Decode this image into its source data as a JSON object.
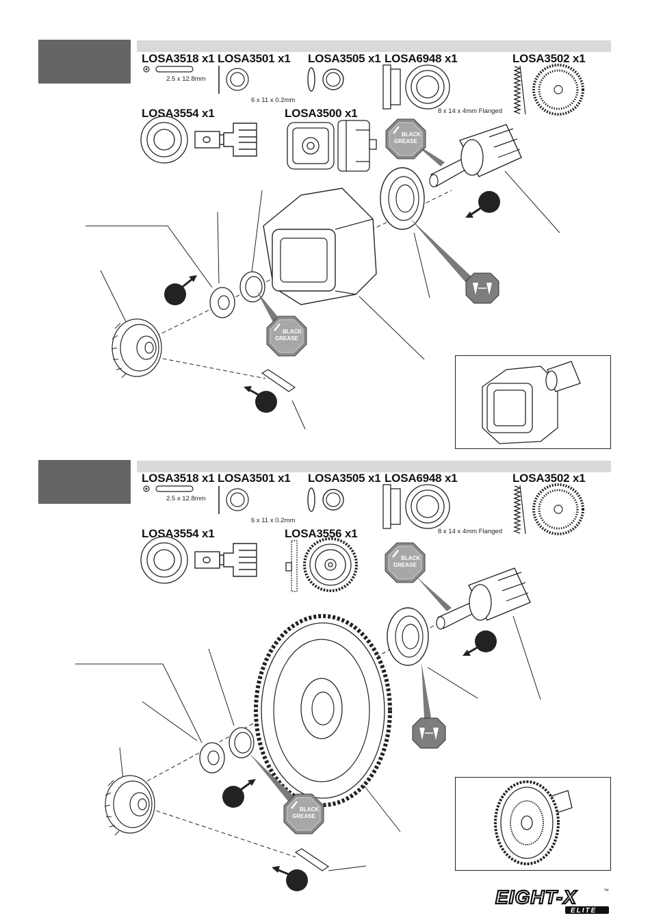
{
  "step1": {
    "parts": {
      "p1": "LOSA3518 x1",
      "p2": "LOSA3501 x1",
      "p3": "LOSA3505 x1",
      "p4": "LOSA6948 x1",
      "p5": "LOSA3502 x1",
      "p6": "LOSA3554 x1",
      "p7": "LOSA3500 x1"
    },
    "dims": {
      "pin": "2.5 x 12.8mm",
      "shim": "6 x 11 x 0.2mm",
      "bearing": "8 x 14 x 4mm Flanged"
    }
  },
  "step2": {
    "parts": {
      "p1": "LOSA3518 x1",
      "p2": "LOSA3501 x1",
      "p3": "LOSA3505 x1",
      "p4": "LOSA6948 x1",
      "p5": "LOSA3502 x1",
      "p6": "LOSA3554 x1",
      "p7": "LOSA3556 x1"
    },
    "dims": {
      "pin": "2.5 x 12.8mm",
      "shim": "6 x 11 x 0.2mm",
      "bearing": "8 x 14 x 4mm Flanged"
    }
  },
  "grease": {
    "line1": "BLACK",
    "line2": "GREASE"
  },
  "logo": {
    "main": "EIGHT-X",
    "sub": "ELITE",
    "tm": "™"
  }
}
